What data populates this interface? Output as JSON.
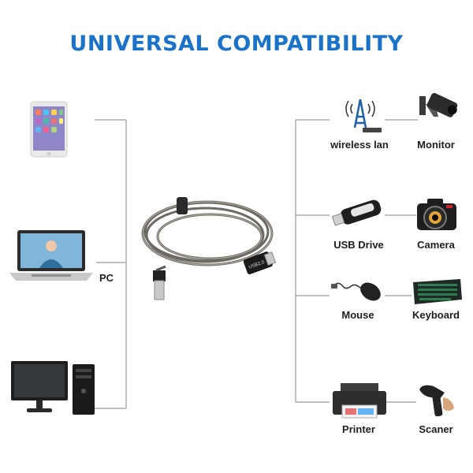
{
  "title": "UNIVERSAL COMPATIBILITY",
  "pc_label": "PC",
  "devices": {
    "wireless_lan": "wireless  lan",
    "monitor": "Monitor",
    "usb_drive": "USB Drive",
    "camera": "Camera",
    "mouse": "Mouse",
    "keyboard": "Keyboard",
    "printer": "Printer",
    "scanner": "Scaner"
  },
  "cable_label": "USB2.0",
  "colors": {
    "title": "#1a73c9",
    "lines": "#9a9a9a"
  }
}
